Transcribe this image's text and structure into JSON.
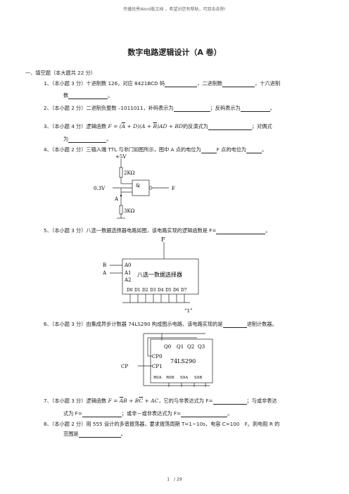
{
  "banner": "传播优秀Word版文档 ，希望对您有帮助，可双击去除!",
  "title": "数字电路逻辑设计（A 卷）",
  "section1": "一、填空题（本大题共 22 分）",
  "q1": {
    "a": "1、（本小题 3 分）十进制数 126，对应 8421BCD 码",
    "b": "，二进制数",
    "c": "，十六进制",
    "d": "数",
    "e": "。"
  },
  "q2": {
    "a": "2、（本小题 2 分）二进制负整数 –1011011，补码表示为",
    "b": "；反码表示为",
    "c": "。"
  },
  "q3": {
    "a": "3、（本小题 4 分）逻辑函数",
    "formula_prefix": "F = (",
    "formula_mid": " + D)(",
    "formula_mid2": " + ",
    "formula_suffix": ")AD + BD",
    "A": "A",
    "B": "B",
    "b": "的反演式为",
    "c": "；对偶式",
    "d": "为",
    "e": "。"
  },
  "q4": {
    "a": "4、（本小题 2 分）三输入端 TTL 与非门如图所示，图中 A 点的电位为",
    "b": "F 点的电位为",
    "c": "。"
  },
  "fig1": {
    "vcc": "+5V",
    "r1": "2KΩ",
    "vin": "0.3V",
    "gate": "&",
    "out": "F",
    "nodeA": "A",
    "r2": "3KΩ"
  },
  "q5": {
    "a": "5、（本小题 3 分）八选一数据选择器电路如图，该电路实现的逻辑函数是 F=",
    "b": "。"
  },
  "fig2": {
    "F": "F",
    "B": "B",
    "A": "A",
    "A0": "A0",
    "A1": "A1",
    "A2": "A2",
    "label": "八选一数据选择器",
    "data_pins": [
      "D0",
      "D1",
      "D2",
      "D3",
      "D4",
      "D5",
      "D6",
      "D7"
    ],
    "one": "“1”"
  },
  "q6": {
    "a": "6、（本小题 3 分）由集成异步计数器 74LS290 构成图示电路，该电路实现的是",
    "b": "进制计数器。"
  },
  "fig3": {
    "q_pins": [
      "Q0",
      "Q1",
      "Q2",
      "Q3"
    ],
    "cp0": "CP0",
    "chip": "74LS290",
    "cp1": "CP1",
    "cp": "CP",
    "bottom": [
      "R0A",
      "R0B",
      "S9A",
      "S9B"
    ]
  },
  "q7": {
    "a": "7、（本小题 3 分）逻辑函数",
    "formula": "F = AB + BC + AC",
    "b": "，它的与非表达式为 F=",
    "c": "；与或非表达",
    "d": "式为 F=",
    "e": "；或非－或非表达式为 F=",
    "f": "。"
  },
  "q8": {
    "a": "8、（本小题 2 分）用 555 设计的多谐振荡器，要求振荡周期 T=1~10s，电容 C=100　F。则电阻 R 的",
    "b": "范围是",
    "c": "。"
  },
  "footer": "1　/ 29"
}
